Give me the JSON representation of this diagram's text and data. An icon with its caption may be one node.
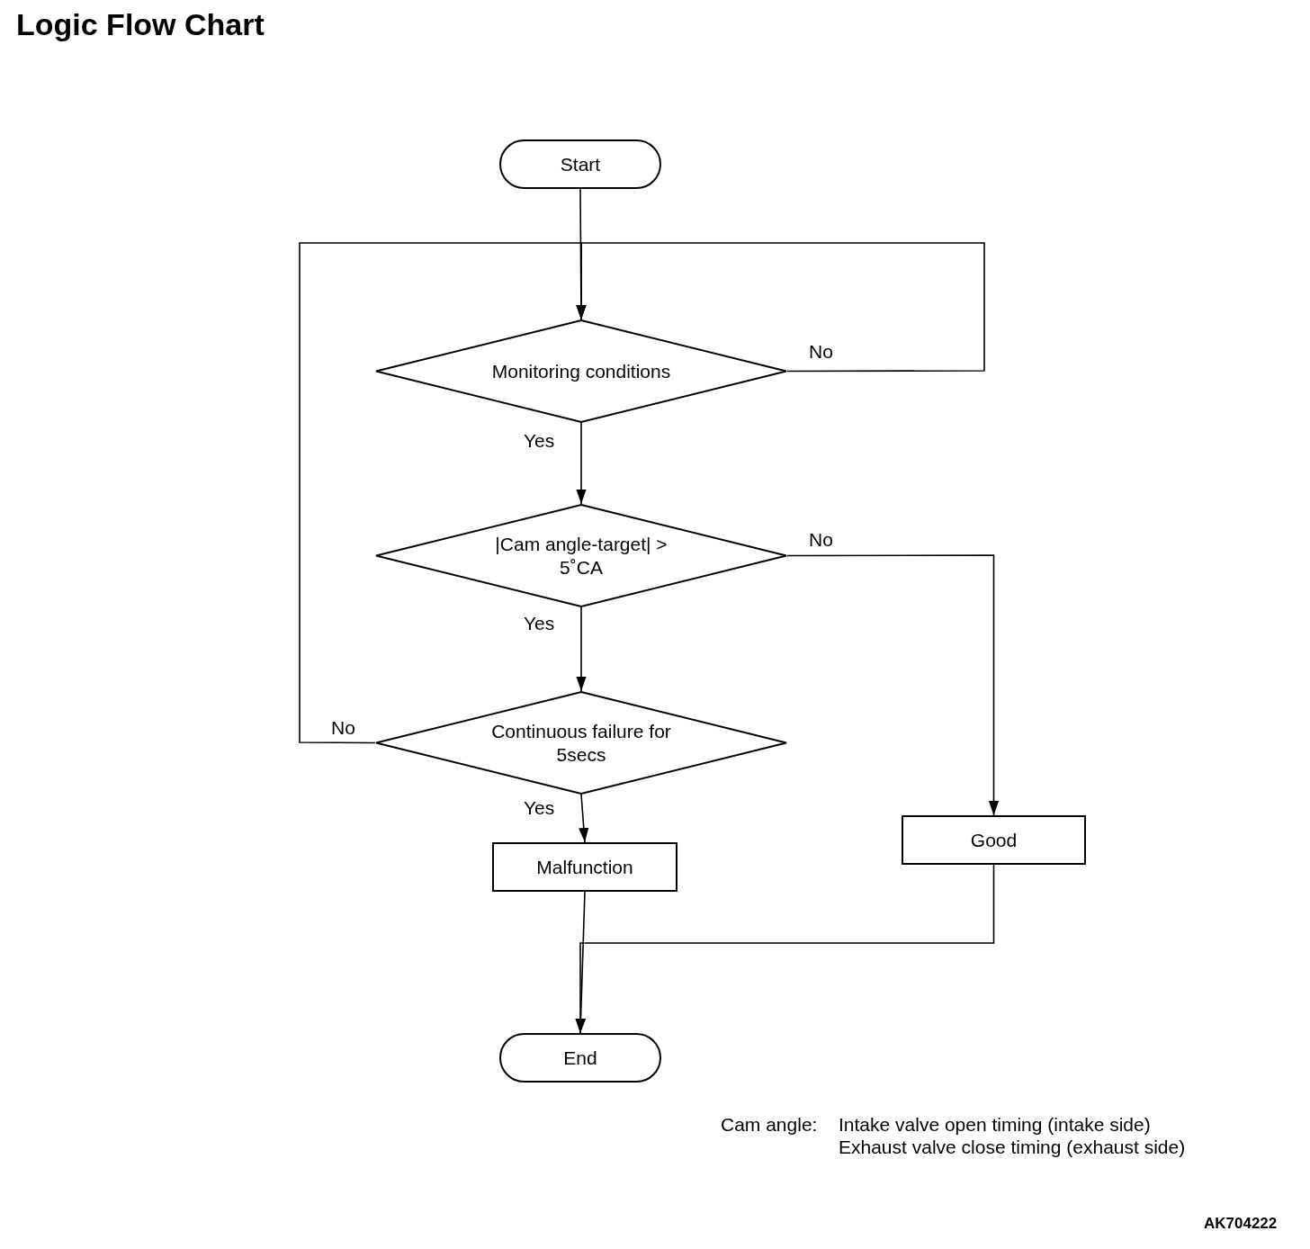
{
  "diagram": {
    "title": "Logic Flow Chart",
    "nodes": [
      {
        "text": [
          "Start"
        ]
      },
      {
        "text": [
          "Monitoring conditions"
        ]
      },
      {
        "text": [
          "|Cam angle-target| > 5˚CA"
        ]
      },
      {
        "text": [
          "Continuous failure for 5secs"
        ]
      },
      {
        "text": [
          "Malfunction"
        ]
      },
      {
        "text": [
          "Good"
        ]
      },
      {
        "text": [
          "End"
        ]
      }
    ],
    "edges": [
      {
        "from": 0,
        "to": 1,
        "arrow": "to"
      },
      {
        "from": 1,
        "to": 1,
        "arrow": "to",
        "label": "No"
      },
      {
        "from": 3,
        "to": 1,
        "arrow": "to",
        "label": "No"
      },
      {
        "from": 1,
        "to": 2,
        "arrow": "to",
        "label": "Yes"
      },
      {
        "from": 2,
        "to": 5,
        "arrow": "to",
        "label": "No"
      },
      {
        "from": 2,
        "to": 3,
        "arrow": "to",
        "label": "Yes"
      },
      {
        "from": 3,
        "to": 4,
        "arrow": "to",
        "label": "Yes"
      },
      {
        "from": 4,
        "to": 6,
        "arrow": "to"
      },
      {
        "from": 5,
        "to": 6,
        "arrow": "to"
      }
    ],
    "labels": [
      "Cam angle:",
      "Intake valve open timing (intake side)",
      "Exhaust valve close timing (exhaust side)",
      "AK704222"
    ]
  }
}
